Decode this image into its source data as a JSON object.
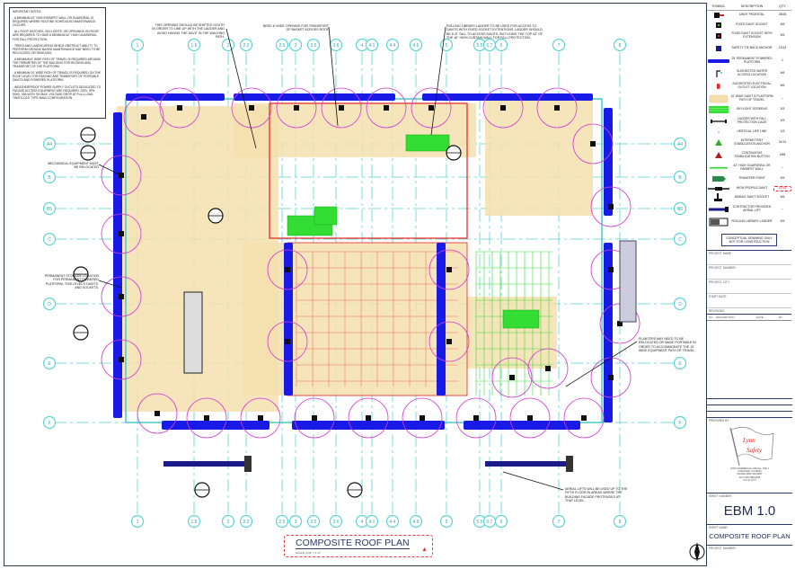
{
  "notes": {
    "title": "IMPORTANT NOTES:",
    "items": [
      "- A MINIMUM 42\" HIGH PARAPET WALL OR GUARDRAIL IS REQUIRED WHERE ROUTINE SCHEDULED MAINTENANCE OCCURS.",
      "- ALL ROOF HATCHES, SKYLIGHTS, OR OPENINGS ON ROOF ARE REQUIRED TO HAVE A MINIMUM 42\" HIGH GUARDRAIL FOR FALL PROTECTION.",
      "- TREES AND LANDSCAPING WHICH OBSTRUCT ABILITY TO PERFORM GROUND BASED MAINTENANCE MAY NEED TO BE RELOCATED OR REMOVED.",
      "- A MINIMUM 8' WIDE PATH OF TRAVEL IS REQUIRED AROUND THE PERIMETER OF THE BUILDING FOR RIGGING AND TRANSPORT OF THE PLATFORM.",
      "- A MINIMUM 10' WIDE PATH OF TRAVEL IS REQUIRED ON THE ROOF LEVEL FOR RIGGING AND TRANSPORT OF PORTABLE DAVITS AND POWERED PLATFORM.",
      "- WEATHERPROOF POWER SUPPLY OUTLETS DEDICATED TO FACADE ACCESS EQUIPMENT ARE REQUIRED. 220V, 3PH, 60HZ, 30A WITH 3% MAX. VOLTAGE DROP AT FULL LOAD. TWISTLOCK TYPE MAIN CONFIGURATION."
    ]
  },
  "callouts": {
    "top1": "THIS OPENING SHOULD BE SHIFTED SOUTH IN ORDER TO LINE UP WITH THE LADDER AND AVOID HAVING THE DAVIT IN THE WALKING PATH.",
    "top2": "NEED 8' WIDE OPENING FOR TRANSPORT OF BASKET ACROSS ROOF",
    "top3": "ROLLING LIBRARY LADDER TO BE USED FOR ACCESS TO DAVITS WITH FIXED SOCKET EXTENTIONS. LADDER SHOULD BE 6'-8\" TALL TO ACCESS DAVITS, BUT LEAVE THE TOP 42\" OF THE 18\" HIGH CURTAIN WALL FOR FALL PROTECTION.",
    "mech": "MECHANICAL EQUIPMENT MUST BE RELOCATED",
    "storage": "PERMANENT STORAGE LOCATION FOR PERMANENT POWERED PLATFORM, THIS LEVEL'S DAVITS, AND SOCKETS.",
    "planters": "PLANTERS MAY NEED TO BE RELOCATED OR MADE PORTABLE IN ORDER TO ACCOMMODATE THE 10' WIDE EQUIPMENT PATH OF TRAVEL.",
    "aerial": "AERIAL LIFTS WILL BE USED UP TO THE FIFTH FLOOR IN AREAS WHERE THE BUILDING FACADE PROTRUDES AT THAT LEVEL."
  },
  "grid": {
    "columns": [
      "1",
      "1.5",
      "2",
      "2.2",
      "2.5",
      "3",
      "3.5",
      "3.6",
      "4",
      "4.1",
      "4.4",
      "4.6",
      "5",
      "5.5",
      "5.7",
      "6",
      "7",
      "8"
    ],
    "rows": [
      "A4",
      "B",
      "B5",
      "C",
      "D",
      "E",
      "F"
    ]
  },
  "legend": {
    "headers": [
      "SYMBOL",
      "DESCRIPTION",
      "QTY"
    ],
    "items": [
      {
        "icon": "davit-pedestal",
        "desc": "DAVIT PEDESTAL",
        "qty": "28/28"
      },
      {
        "icon": "fixed-davit-socket",
        "desc": "FIXED DAVIT SOCKET",
        "qty": "8/8"
      },
      {
        "icon": "fixed-davit-socket-extension",
        "desc": "FIXED DAVIT SOCKET WITH EXTENSION",
        "qty": "5/5"
      },
      {
        "icon": "safety-tie-back-anchor",
        "desc": "SAFETY TIE BACK ANCHOR",
        "qty": "13/13"
      },
      {
        "icon": "powered-platform",
        "desc": "25' PERMANENT POWERED PLATFORM",
        "qty": "1"
      },
      {
        "icon": "water-access",
        "desc": "SUGGESTED WATER ACCESS LOCATION",
        "qty": "6/6"
      },
      {
        "icon": "electrical-outlet",
        "desc": "SUGGESTED ELECTRICAL OUTLET LOCATION",
        "qty": "6/6"
      },
      {
        "icon": "path-of-travel",
        "desc": "10' WIDE DAVIT & PLATFORM PATH OF TRAVEL",
        "qty": "--"
      },
      {
        "icon": "skylight-screen",
        "desc": "SKYLIGHT SCREENS",
        "qty": "3/3"
      },
      {
        "icon": "ladder-cage",
        "desc": "LADDER WITH FALL PROTECTION CAGE",
        "qty": "3/3"
      },
      {
        "icon": "vertical-life-line",
        "desc": "VERTICAL LIFE LINE",
        "qty": "3/3"
      },
      {
        "icon": "intermittent-anchor",
        "desc": "INTERMITTENT STABILIZATION ANCHOR",
        "qty": "31/31"
      },
      {
        "icon": "continuous-button",
        "desc": "CONTINUOUS STABILIZATION BUTTON",
        "qty": "4/48"
      },
      {
        "icon": "guardrail",
        "desc": "42\" HIGH GUARDRAIL OR PARAPET WALL",
        "qty": "--"
      },
      {
        "icon": "transfer-point",
        "desc": "TRANSFER POINT",
        "qty": "5/5"
      },
      {
        "icon": "high-profile-davit",
        "desc": "HIGH PROFILE DAVIT",
        "qty": "14/14"
      },
      {
        "icon": "mobile-davit-socket",
        "desc": "MOBILE DAVIT SOCKET",
        "qty": "6/6"
      },
      {
        "icon": "aerial-lift",
        "desc": "CONTRACTOR PROVIDED AERIAL LIFT",
        "qty": "--"
      },
      {
        "icon": "rolling-ladder",
        "desc": "ROLLING LIBRARY LADDER",
        "qty": "5/5"
      }
    ],
    "concept": "CONCEPTUAL DRAWING ONLY NOT FOR CONSTRUCTION"
  },
  "titleblock": {
    "project_name": "PROJECT NAME:",
    "project_number": "PROJECT NUMBER:",
    "project_city": "PROJECT CITY:",
    "start_date": "START DATE:",
    "revisions": "REVISIONS",
    "rev_headers": [
      "NO.",
      "DESCRIPTION",
      "DATE",
      "BY"
    ],
    "prepared_by": "PREPARED BY:",
    "logo_text": "Lynn Safety",
    "address": [
      "1600 COMMERCIAL CIRCLE, STE 4",
      "CONCORD, CA 94520",
      "PHONE (800) 334-9867",
      "FAX (925) 686-8498",
      "CA LIC #777"
    ],
    "sheet_number_label": "SHEET NUMBER:",
    "sheet_number": "EBM 1.0",
    "sheet_name_label": "SHEET NAME:",
    "sheet_name": "COMPOSITE ROOF PLAN",
    "project_number_label": "PROJECT NUMBER:"
  },
  "plan_title": {
    "title": "COMPOSITE ROOF PLAN",
    "scale": "SCALE: 3/32\" = 1'-0\""
  },
  "colors": {
    "grid": "#5fd3d3",
    "davit": "#1a1ae6",
    "circle": "#d23fd2",
    "path": "#f5dfae",
    "red": "#e62020",
    "green": "#33dd33",
    "frame": "#2b3a4a"
  }
}
